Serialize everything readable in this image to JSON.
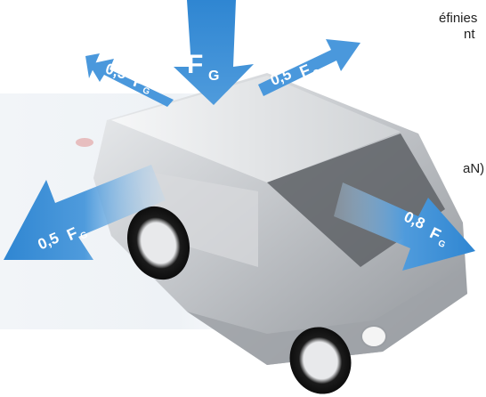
{
  "snippets": [
    "éfinies",
    "nt",
    "aN)"
  ],
  "arrows": {
    "top": {
      "coef": "",
      "sym": "F",
      "sub": "G"
    },
    "upper_left": {
      "coef": "0,5",
      "sym": "F",
      "sub": "G"
    },
    "upper_right": {
      "coef": "0,5",
      "sym": "F",
      "sub": "G"
    },
    "left": {
      "coef": "0,5",
      "sym": "F",
      "sub": "G"
    },
    "right": {
      "coef": "0,8",
      "sym": "F",
      "sub": "G"
    }
  },
  "colors": {
    "arrow": "#3d8fd6",
    "arrow_light": "#9cc6ec",
    "van": "#c9cbce",
    "text": "#222222"
  }
}
